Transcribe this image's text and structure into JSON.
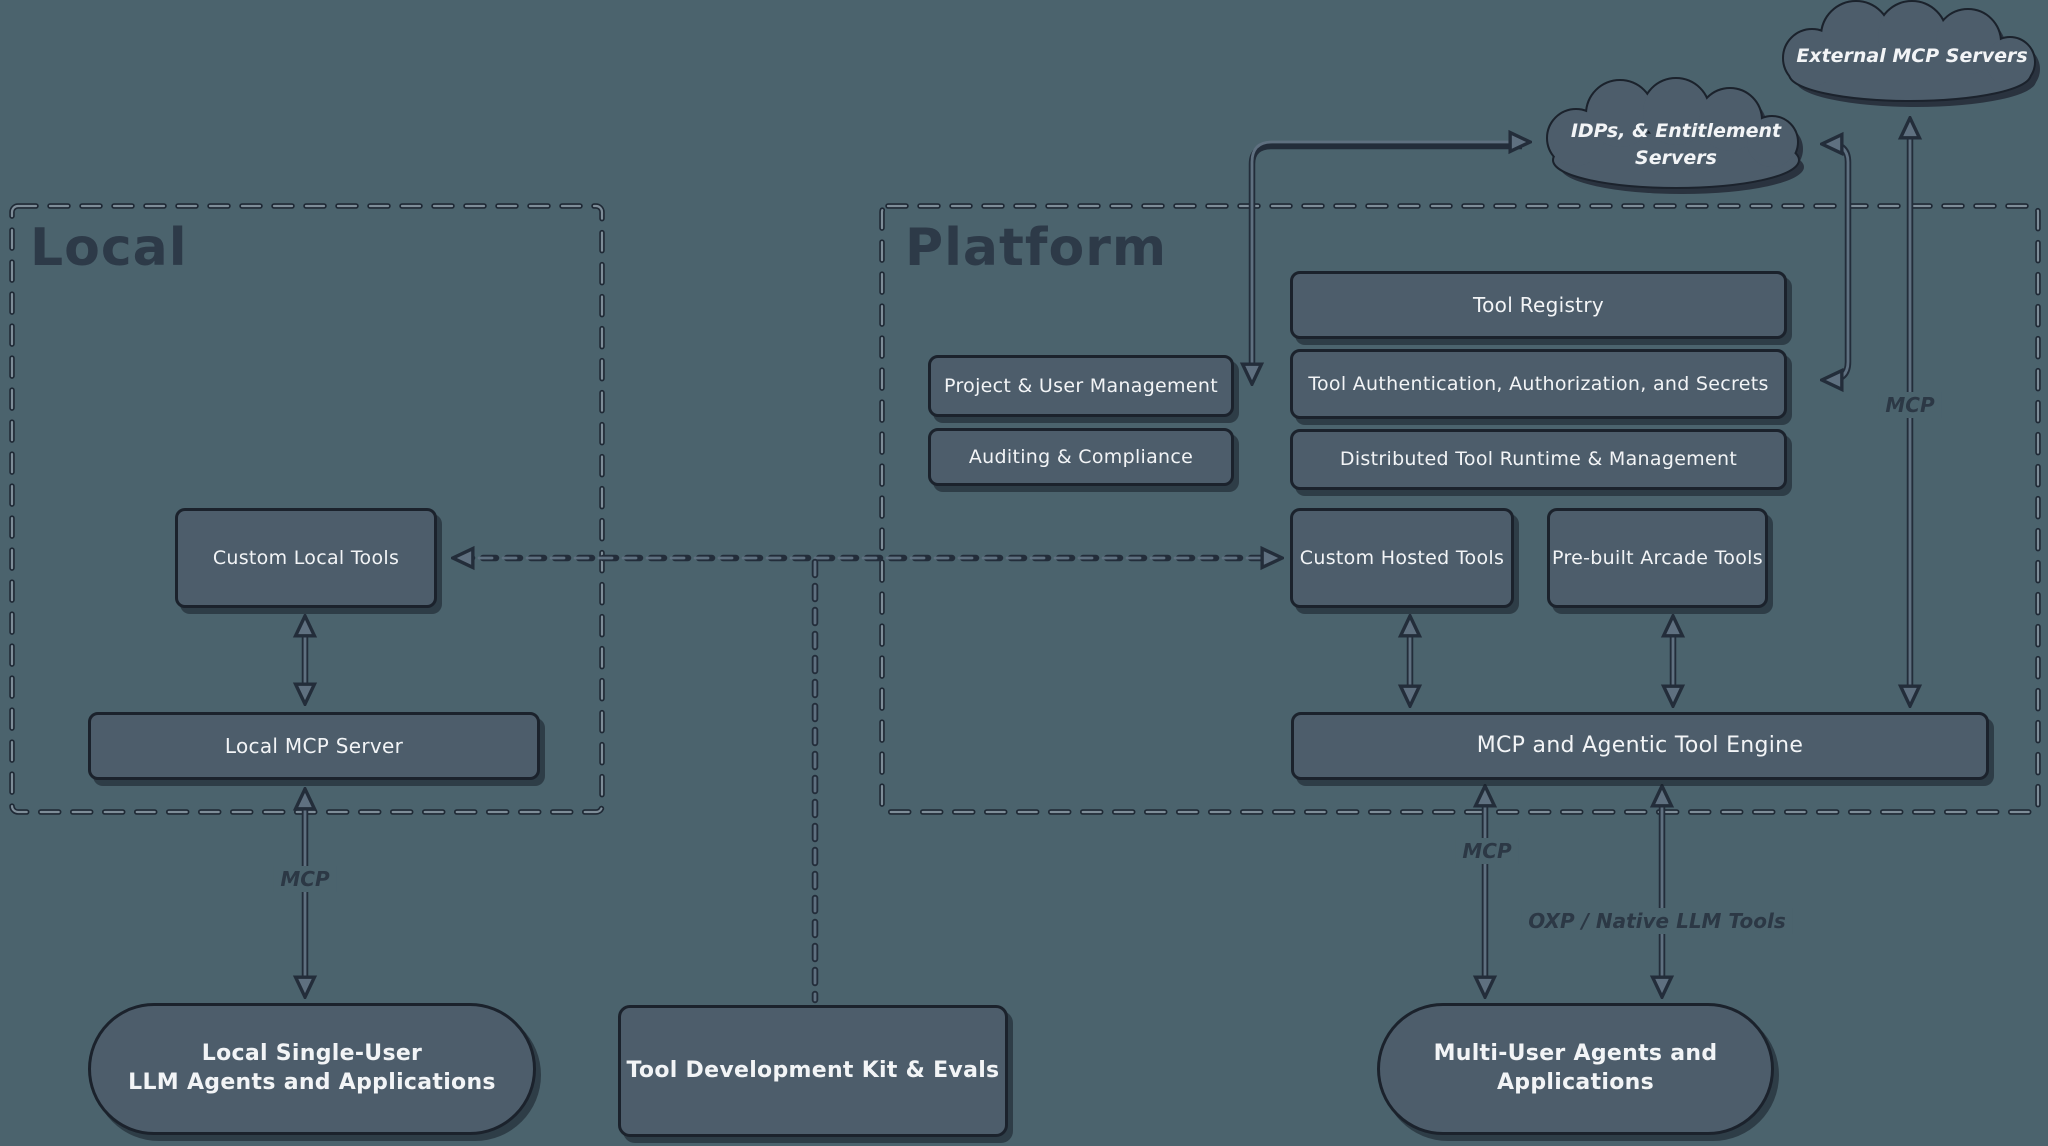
{
  "regions": {
    "local": {
      "title": "Local"
    },
    "platform": {
      "title": "Platform"
    }
  },
  "clouds": {
    "external_mcp": {
      "label": "External MCP Servers"
    },
    "idp": {
      "line1": "IDPs, & Entitlement",
      "line2": "Servers"
    }
  },
  "nodes": {
    "custom_local_tools": "Custom Local Tools",
    "local_mcp_server": "Local MCP Server",
    "project_user_management": "Project & User Management",
    "auditing_compliance": "Auditing & Compliance",
    "tool_registry": "Tool Registry",
    "tool_auth": "Tool Authentication, Authorization, and Secrets",
    "distributed_runtime": "Distributed Tool Runtime & Management",
    "custom_hosted_tools": "Custom Hosted Tools",
    "prebuilt_arcade_tools": "Pre-built Arcade Tools",
    "mcp_engine": "MCP and Agentic Tool Engine",
    "tool_dev_kit": "Tool Development Kit & Evals",
    "local_agents": {
      "line1": "Local Single-User",
      "line2": "LLM Agents and Applications"
    },
    "multi_user_agents": {
      "line1": "Multi-User Agents and",
      "line2": "Applications"
    }
  },
  "edge_labels": {
    "mcp_local": "MCP",
    "mcp_engine": "MCP",
    "mcp_external": "MCP",
    "oxp": "OXP / Native LLM Tools"
  },
  "colors": {
    "background": "#4b636d",
    "node_fill": "#4d5d6b",
    "node_border": "#1b222c",
    "text_light": "#f2f4f6",
    "text_dark": "#2c3845",
    "connector": "#5f7080",
    "connector_outline": "#232d3a"
  }
}
